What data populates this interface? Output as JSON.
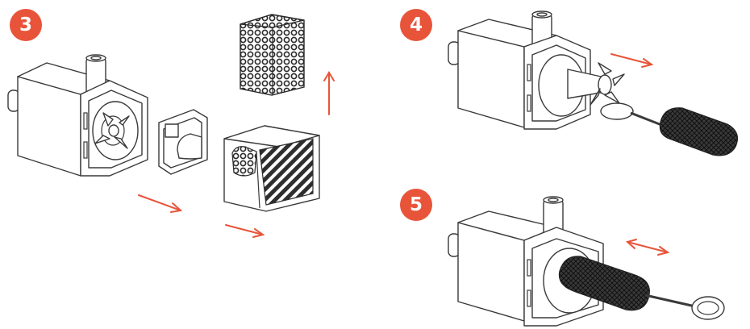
{
  "steps": [
    {
      "number": "3"
    },
    {
      "number": "4"
    },
    {
      "number": "5"
    }
  ],
  "colors": {
    "accent": "#e8543a",
    "line": "#3a3a3a",
    "background": "#ffffff"
  },
  "icons": [
    "pump-illustration",
    "impeller",
    "impeller-cover",
    "sponge-filter",
    "filter-cage",
    "cleaning-brush",
    "direction-arrow"
  ]
}
